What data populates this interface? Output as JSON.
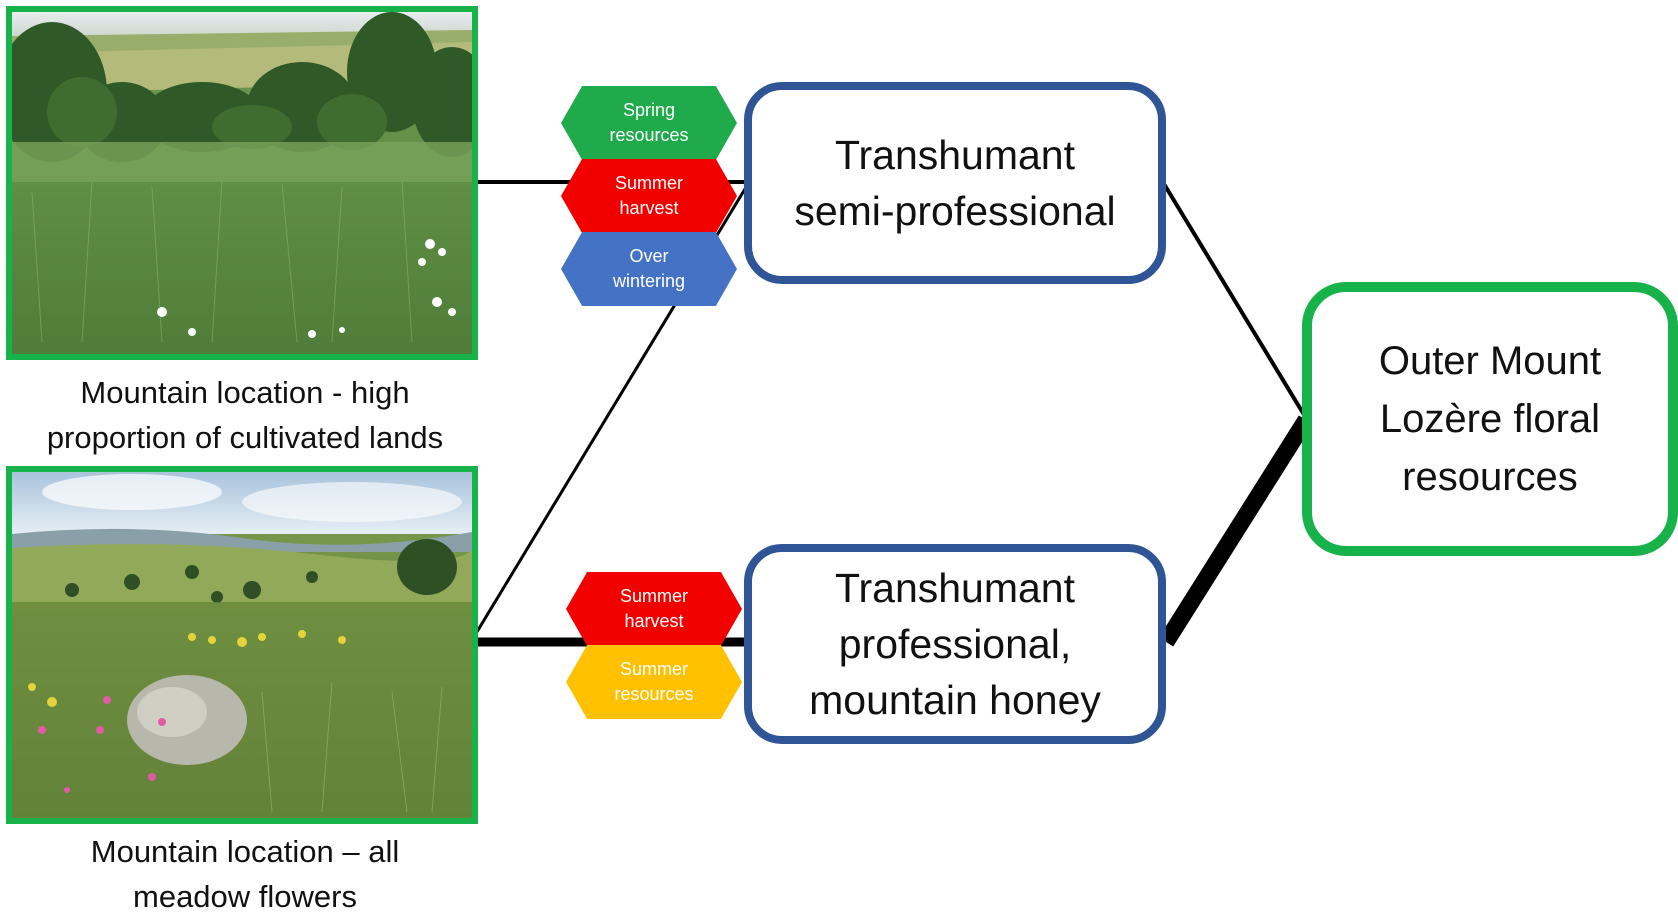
{
  "colors": {
    "green": "#18b24a",
    "navy": "#2f5597",
    "spring": "#1faa4b",
    "summer_harvest": "#f20000",
    "over_wintering": "#4472c4",
    "summer_resources": "#ffc000"
  },
  "locations": [
    {
      "caption_line1": "Mountain location - high",
      "caption_line2": "proportion of cultivated lands",
      "photo": "cultivated-field-landscape"
    },
    {
      "caption_line1": "Mountain location – all",
      "caption_line2": "meadow flowers",
      "photo": "flower-meadow-landscape"
    }
  ],
  "beekeepers": [
    {
      "line1": "Transhumant",
      "line2": "semi-professional",
      "line3": ""
    },
    {
      "line1": "Transhumant",
      "line2": "professional,",
      "line3": "mountain honey"
    }
  ],
  "destination": {
    "line1": "Outer Mount",
    "line2": "Lozère floral",
    "line3": "resources"
  },
  "resource_tags_top": [
    {
      "line1": "Spring",
      "line2": "resources",
      "color": "#1faa4b"
    },
    {
      "line1": "Summer",
      "line2": "harvest",
      "color": "#f20000"
    },
    {
      "line1": "Over",
      "line2": "wintering",
      "color": "#4472c4"
    }
  ],
  "resource_tags_bottom": [
    {
      "line1": "Summer",
      "line2": "harvest",
      "color": "#f20000"
    },
    {
      "line1": "Summer",
      "line2": "resources",
      "color": "#ffc000"
    }
  ]
}
